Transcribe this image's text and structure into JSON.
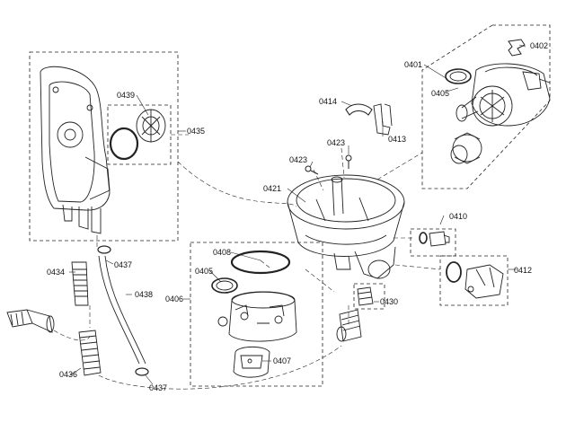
{
  "colors": {
    "line": "#222222",
    "background": "#ffffff"
  },
  "labels": {
    "p0401": "0401",
    "p0402": "0402",
    "p0405a": "0405",
    "p0414": "0414",
    "p0413": "0413",
    "p0423a": "0423",
    "p0423b": "0423",
    "p0421": "0421",
    "p0410": "0410",
    "p0412": "0412",
    "p0430": "0430",
    "p0439": "0439",
    "p0435": "0435",
    "p0434": "0434",
    "p0437a": "0437",
    "p0438": "0438",
    "p0436": "0436",
    "p0437b": "0437",
    "p0408": "0408",
    "p0405b": "0405",
    "p0406": "0406",
    "p0407": "0407"
  }
}
